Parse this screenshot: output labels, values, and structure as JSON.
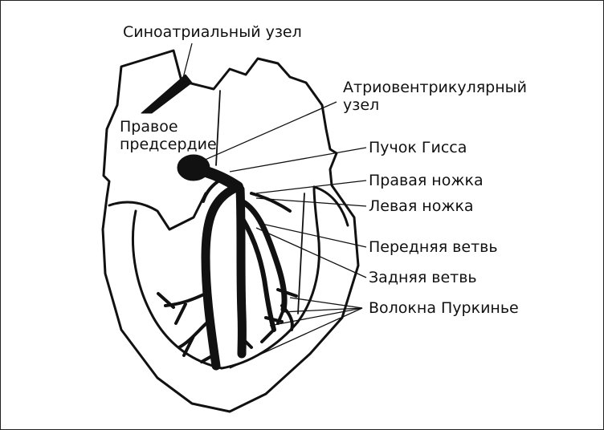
{
  "diagram": {
    "labels": {
      "sa_node": "Синоатриальный узел",
      "right_atrium_1": "Правое",
      "right_atrium_2": "предсердие",
      "av_node_1": "Атриовентрикулярный",
      "av_node_2": "узел",
      "his_bundle": "Пучок Гисса",
      "right_branch": "Правая ножка",
      "left_branch": "Левая ножка",
      "anterior_branch": "Передняя ветвь",
      "posterior_branch": "Задняя ветвь",
      "purkinje_fibers": "Волокна Пуркинье"
    },
    "colors": {
      "ink": "#111111",
      "background": "#ffffff"
    }
  }
}
